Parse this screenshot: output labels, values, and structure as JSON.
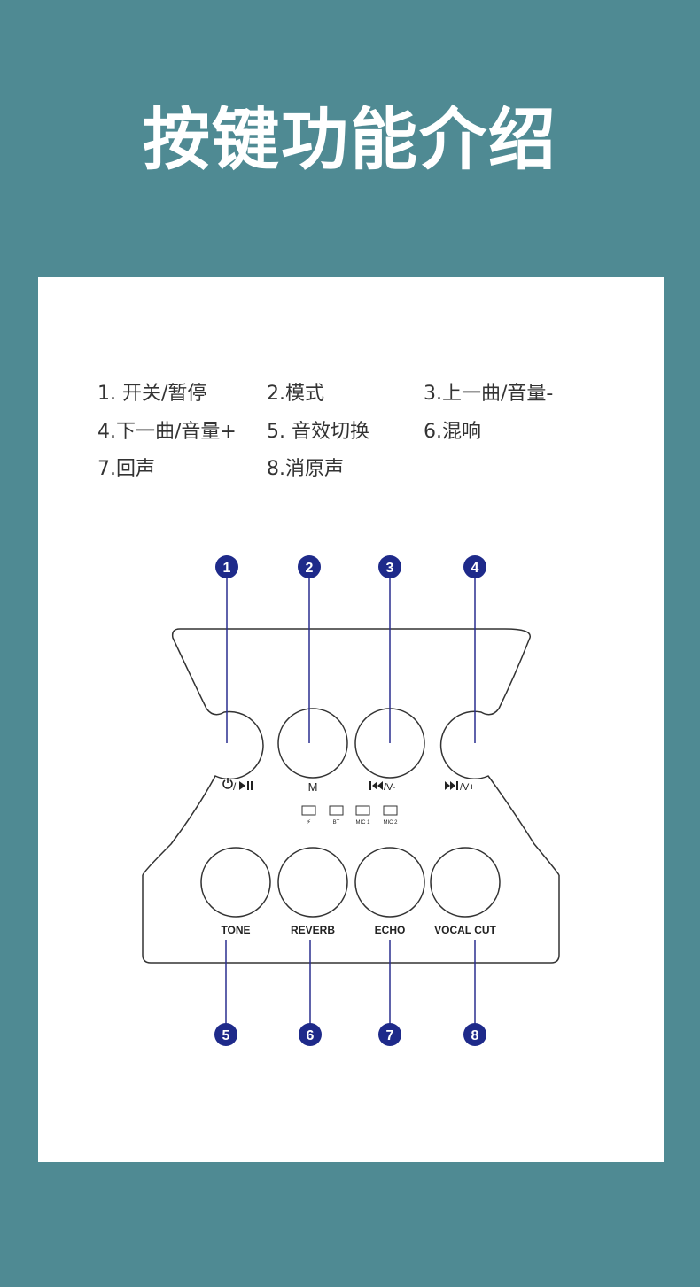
{
  "header": {
    "title": "按键功能介绍"
  },
  "legend": [
    "1. 开关/暂停",
    "2.模式",
    "3.上一曲/音量-",
    "4.下一曲/音量+",
    "5. 音效切换",
    "6.混响",
    "7.回声",
    "8.消原声"
  ],
  "markers": {
    "top": [
      "1",
      "2",
      "3",
      "4"
    ],
    "bottom": [
      "5",
      "6",
      "7",
      "8"
    ]
  },
  "buttons": {
    "top": [
      "M"
    ],
    "prev_label": "/V-",
    "next_label": "/V+",
    "bottom": [
      "TONE",
      "REVERB",
      "ECHO",
      "VOCAL CUT"
    ]
  },
  "indicators": [
    "BT",
    "MIC 1",
    "MIC 2"
  ],
  "colors": {
    "background": "#4f8a93",
    "card": "#ffffff",
    "marker": "#1e2a8a",
    "line": "#2a2f8f",
    "outline": "#333333"
  }
}
